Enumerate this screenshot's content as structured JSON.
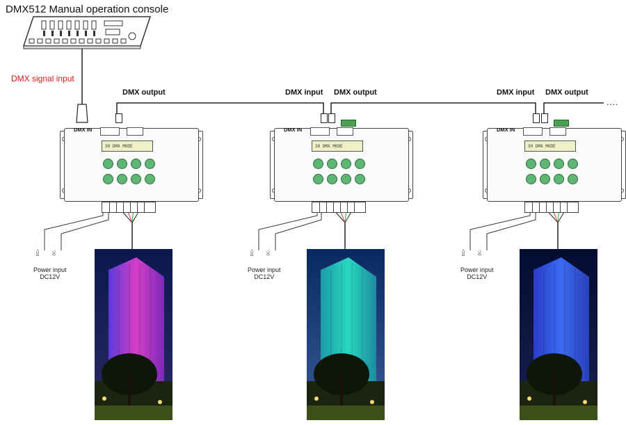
{
  "title": "DMX512 Manual operation console",
  "signal_label": "DMX signal input",
  "dots": "....",
  "controllers": [
    {
      "input_label": "",
      "output_label": "DMX output",
      "dmx_in": "DMX IN",
      "lcd_text": "30 DMX MODE",
      "power_label_1": "Power input",
      "power_label_2": "DC12V",
      "dc_plus": "DC+",
      "dc_minus": "DC-",
      "facade_colors": [
        "#d63ec8",
        "#5a3ad8"
      ]
    },
    {
      "input_label": "DMX input",
      "output_label": "DMX output",
      "dmx_in": "DMX IN",
      "lcd_text": "30 DMX MODE",
      "power_label_1": "Power input",
      "power_label_2": "DC12V",
      "dc_plus": "DC+",
      "dc_minus": "DC-",
      "facade_colors": [
        "#28d8c0",
        "#1e9aa8"
      ]
    },
    {
      "input_label": "DMX input",
      "output_label": "DMX output",
      "dmx_in": "DMX IN",
      "lcd_text": "30 DMX MODE",
      "power_label_1": "Power input",
      "power_label_2": "DC12V",
      "dc_plus": "DC+",
      "dc_minus": "DC-",
      "facade_colors": [
        "#3a6af0",
        "#2a3cc8"
      ]
    }
  ]
}
